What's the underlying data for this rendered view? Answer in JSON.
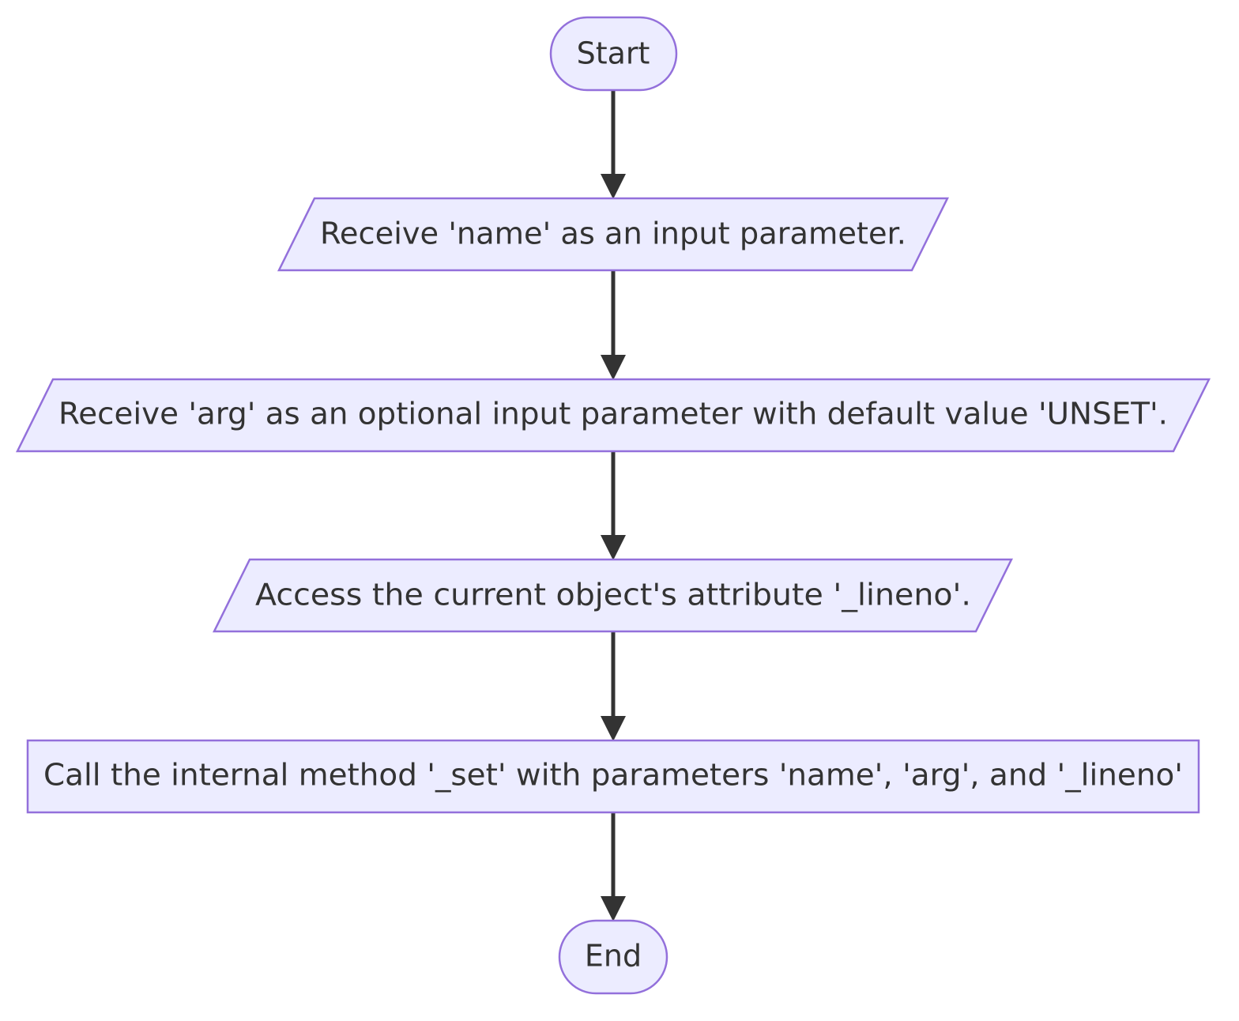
{
  "diagram": {
    "type": "flowchart",
    "direction": "top-down",
    "colors": {
      "node_fill": "#ececff",
      "node_stroke": "#9370db",
      "edge": "#333333",
      "text": "#333333"
    },
    "nodes": [
      {
        "id": "start",
        "shape": "stadium",
        "label": "Start"
      },
      {
        "id": "receive-name",
        "shape": "parallelogram",
        "label": "Receive 'name' as an input parameter."
      },
      {
        "id": "receive-arg",
        "shape": "parallelogram",
        "label": "Receive 'arg' as an optional input parameter with default value 'UNSET'."
      },
      {
        "id": "access-lineno",
        "shape": "parallelogram",
        "label": "Access the current object's attribute '_lineno'."
      },
      {
        "id": "call-set",
        "shape": "rectangle",
        "label": "Call the internal method '_set' with parameters 'name', 'arg', and '_lineno'"
      },
      {
        "id": "end",
        "shape": "stadium",
        "label": "End"
      }
    ],
    "edges": [
      {
        "from": "start",
        "to": "receive-name"
      },
      {
        "from": "receive-name",
        "to": "receive-arg"
      },
      {
        "from": "receive-arg",
        "to": "access-lineno"
      },
      {
        "from": "access-lineno",
        "to": "call-set"
      },
      {
        "from": "call-set",
        "to": "end"
      }
    ]
  }
}
